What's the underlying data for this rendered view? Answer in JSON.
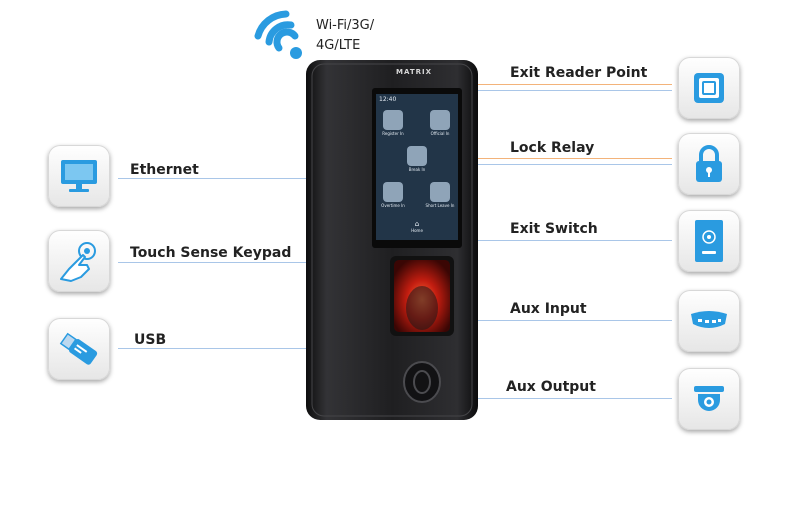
{
  "wifi": {
    "label_line1": "Wi-Fi/3G/",
    "label_line2": "4G/LTE",
    "icon": "wifi-icon"
  },
  "left_features": [
    {
      "label": "Ethernet",
      "icon": "monitor-icon"
    },
    {
      "label": "Touch Sense Keypad",
      "icon": "touch-hand-icon"
    },
    {
      "label": "USB",
      "icon": "usb-drive-icon"
    }
  ],
  "right_features": [
    {
      "label": "Exit Reader Point",
      "icon": "card-reader-icon"
    },
    {
      "label": "Lock Relay",
      "icon": "padlock-icon"
    },
    {
      "label": "Exit Switch",
      "icon": "exit-button-icon"
    },
    {
      "label": "Aux Input",
      "icon": "smoke-detector-icon"
    },
    {
      "label": "Aux Output",
      "icon": "siren-icon"
    }
  ],
  "device": {
    "brand": "MATRIX",
    "screen_time": "12:40",
    "screen_items": [
      "Register In",
      "Official In",
      "Break In",
      "Overtime In",
      "Short Leave In"
    ],
    "screen_footer": "Home"
  },
  "colors": {
    "accent": "#2a9be0",
    "line": "#a9c6e8",
    "line_orange": "#f3b37a",
    "device": "#1c1c1e"
  }
}
